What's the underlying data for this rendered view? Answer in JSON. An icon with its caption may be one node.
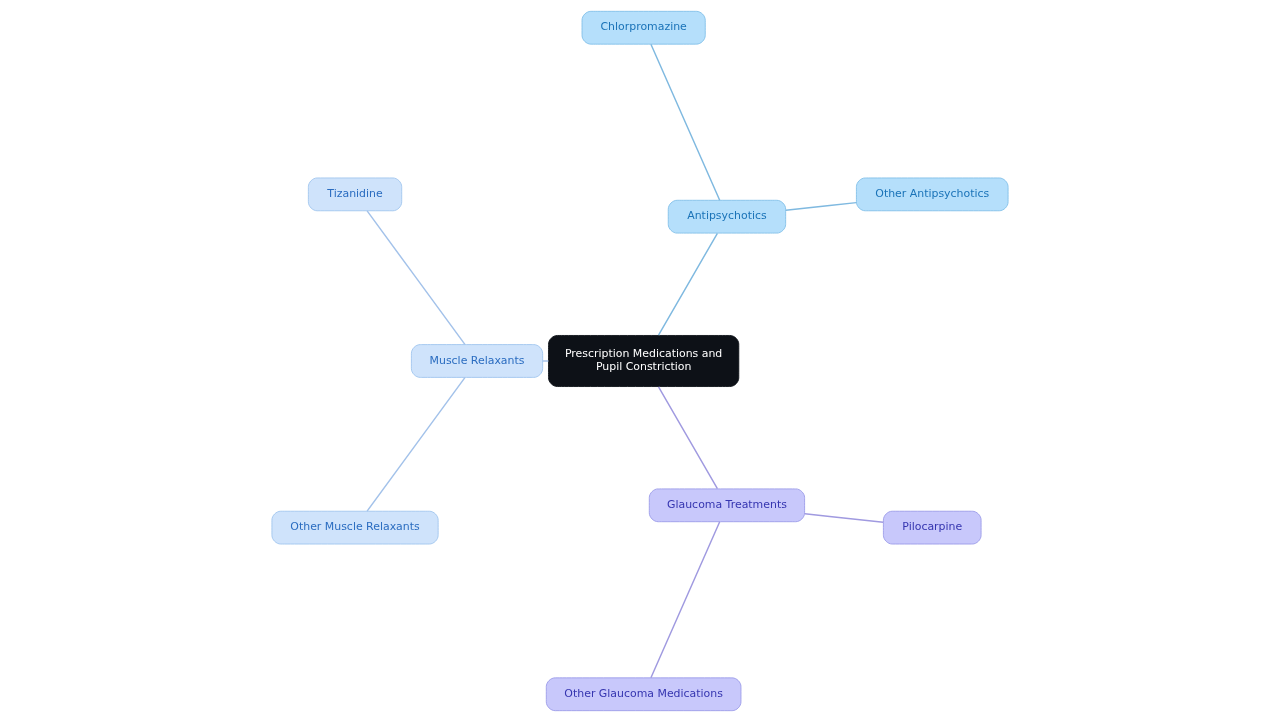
{
  "diagram": {
    "nodes": [
      {
        "text": [
          "Prescription Medications and Pupil Constriction"
        ]
      },
      {
        "text": [
          "Antipsychotics"
        ]
      },
      {
        "text": [
          "Other Antipsychotics"
        ]
      },
      {
        "text": [
          "Chlorpromazine"
        ]
      },
      {
        "text": [
          "Muscle Relaxants"
        ]
      },
      {
        "text": [
          "Tizanidine"
        ]
      },
      {
        "text": [
          "Other Muscle Relaxants"
        ]
      },
      {
        "text": [
          "Glaucoma Treatments"
        ]
      },
      {
        "text": [
          "Other Glaucoma Medications"
        ]
      },
      {
        "text": [
          "Pilocarpine"
        ]
      }
    ],
    "edges": [
      {
        "from": 0,
        "to": 1,
        "arrow": "none",
        "color": "#7fb9e0"
      },
      {
        "from": 1,
        "to": 2,
        "arrow": "none",
        "color": "#7fb9e0"
      },
      {
        "from": 1,
        "to": 3,
        "arrow": "none",
        "color": "#7fb9e0"
      },
      {
        "from": 0,
        "to": 4,
        "arrow": "none",
        "color": "#a3c2ea"
      },
      {
        "from": 4,
        "to": 5,
        "arrow": "none",
        "color": "#a3c2ea"
      },
      {
        "from": 4,
        "to": 6,
        "arrow": "none",
        "color": "#a3c2ea"
      },
      {
        "from": 0,
        "to": 7,
        "arrow": "none",
        "color": "#a09ae0"
      },
      {
        "from": 7,
        "to": 8,
        "arrow": "none",
        "color": "#a09ae0"
      },
      {
        "from": 7,
        "to": 9,
        "arrow": "none",
        "color": "#a09ae0"
      }
    ]
  }
}
